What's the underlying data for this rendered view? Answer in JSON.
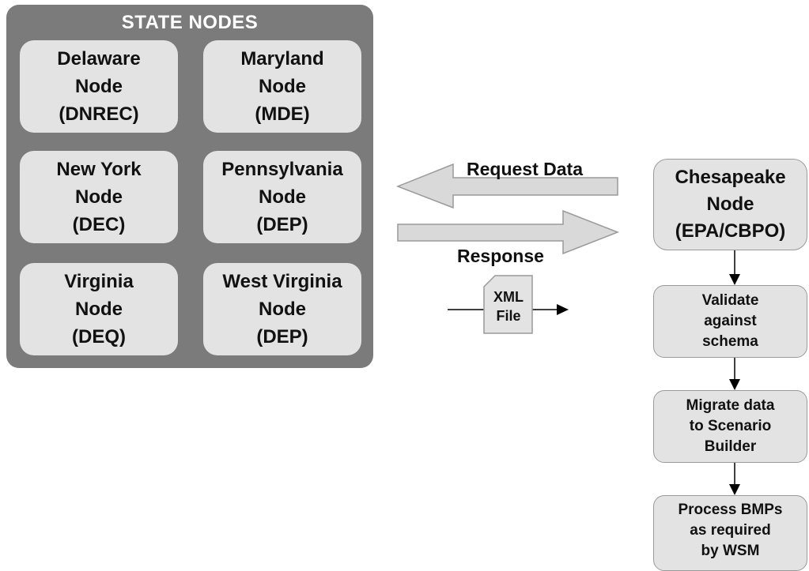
{
  "state_nodes": {
    "title": "STATE NODES",
    "nodes": [
      {
        "line1": "Delaware",
        "line2": "Node",
        "line3": "(DNREC)"
      },
      {
        "line1": "Maryland",
        "line2": "Node",
        "line3": "(MDE)"
      },
      {
        "line1": "New York",
        "line2": "Node",
        "line3": "(DEC)"
      },
      {
        "line1": "Pennsylvania",
        "line2": "Node",
        "line3": "(DEP)"
      },
      {
        "line1": "Virginia",
        "line2": "Node",
        "line3": "(DEQ)"
      },
      {
        "line1": "West Virginia",
        "line2": "Node",
        "line3": "(DEP)"
      }
    ]
  },
  "flows": {
    "request_label": "Request Data",
    "response_label": "Response",
    "xml_file": {
      "line1": "XML",
      "line2": "File"
    }
  },
  "chesapeake_node": {
    "line1": "Chesapeake",
    "line2": "Node",
    "line3": "(EPA/CBPO)"
  },
  "process_steps": [
    {
      "line1": "Validate",
      "line2": "against",
      "line3": "schema"
    },
    {
      "line1": "Migrate data",
      "line2": "to Scenario",
      "line3": "Builder"
    },
    {
      "line1": "Process BMPs",
      "line2": "as required",
      "line3": "by WSM"
    }
  ],
  "colors": {
    "panel_background": "#7b7b7b",
    "node_fill": "#e3e3e3",
    "arrow_fill": "#d9d9d9",
    "arrow_stroke": "#9a9a9a"
  }
}
